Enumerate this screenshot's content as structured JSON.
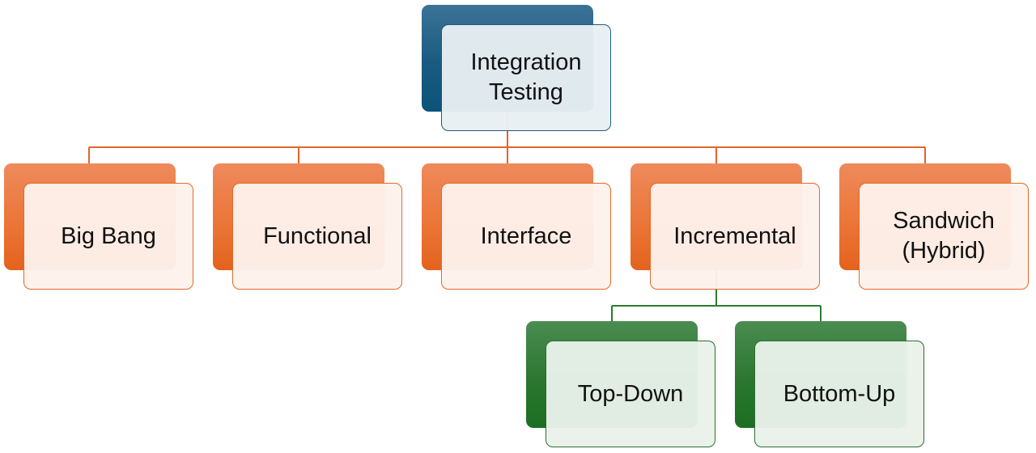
{
  "colors": {
    "root": "#1a5a80",
    "level1": "#eb7638",
    "level2": "#2b7731",
    "connector_orange": "#e0662a",
    "connector_green": "#2d7a31"
  },
  "root": {
    "label": "Integration\nTesting"
  },
  "children": [
    {
      "label": "Big Bang"
    },
    {
      "label": "Functional"
    },
    {
      "label": "Interface"
    },
    {
      "label": "Incremental"
    },
    {
      "label": "Sandwich\n(Hybrid)"
    }
  ],
  "incremental_children": [
    {
      "label": "Top-Down"
    },
    {
      "label": "Bottom-Up"
    }
  ]
}
